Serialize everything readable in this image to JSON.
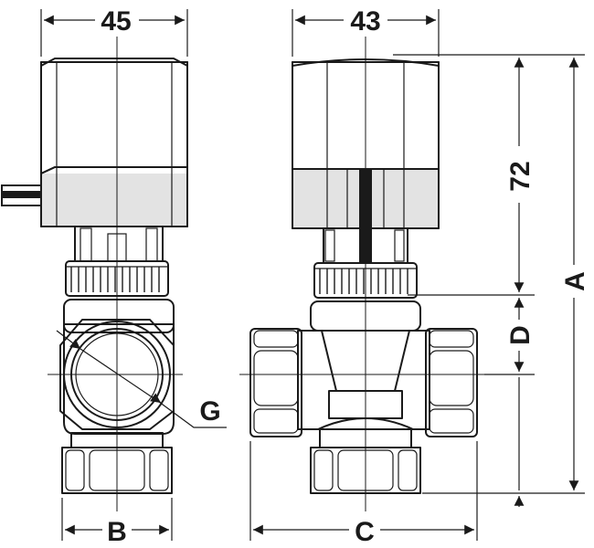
{
  "dimensions": {
    "width_left": "45",
    "width_right": "43",
    "height_upper": "72",
    "height_total": "A",
    "offset": "D",
    "thread": "G",
    "width_bottom_left": "B",
    "width_bottom_right": "C"
  },
  "colors": {
    "line": "#1a1a1a",
    "fill_light": "#f7f7f7",
    "fill_mid": "#e6e6e6",
    "fill_dark": "#d2d2d2",
    "background": "#ffffff"
  }
}
